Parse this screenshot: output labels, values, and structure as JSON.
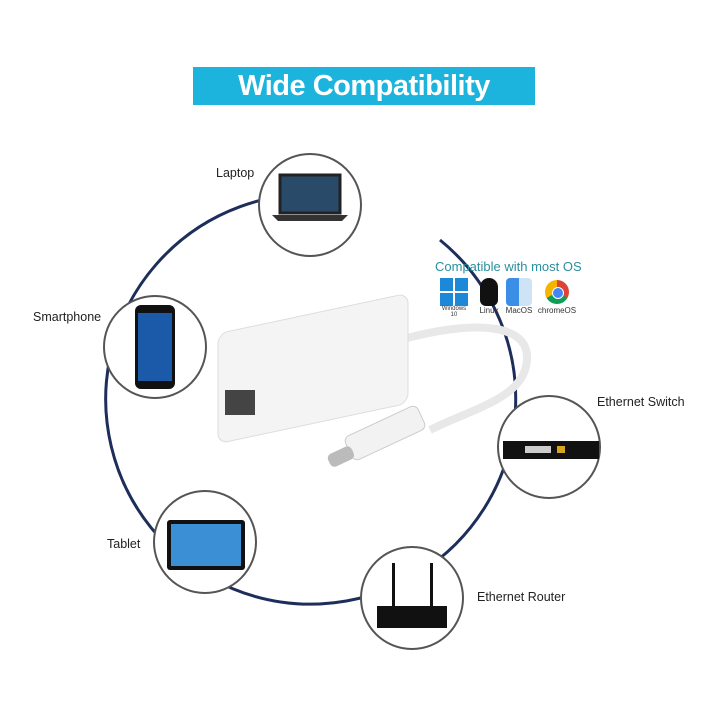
{
  "title": "Wide Compatibility",
  "devices": [
    {
      "label": "Laptop"
    },
    {
      "label": "Smartphone"
    },
    {
      "label": "Tablet"
    },
    {
      "label": "Ethernet Router"
    },
    {
      "label": "Ethernet Switch"
    }
  ],
  "os": {
    "heading": "Compatible with most OS",
    "items": [
      {
        "label": "Windows 10",
        "color": "#1e88d8"
      },
      {
        "label": "Linux",
        "color": "#000000"
      },
      {
        "label": "MacOS",
        "color": "#3a8ee6"
      },
      {
        "label": "chromeOS",
        "color": "#db4437"
      }
    ]
  },
  "colors": {
    "title_bg": "#1cb4dc",
    "ring": "#1d2e5a"
  }
}
